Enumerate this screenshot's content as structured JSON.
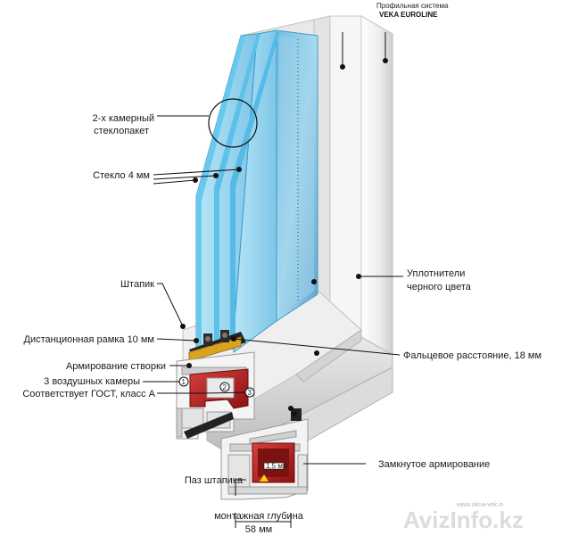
{
  "header": {
    "system_caption": "Профильная система",
    "system_name": "VEKA EUROLINE"
  },
  "labels": {
    "glass_unit_line1": "2-х камерный",
    "glass_unit_line2": "стеклопакет",
    "glass_thickness": "Стекло 4 мм",
    "glazing_bead": "Штапик",
    "spacer_frame": "Дистанционная рамка 10 мм",
    "sash_reinforcement": "Армирование створки",
    "air_chambers": "3 воздушных камеры",
    "gost": "Соответствует ГОСТ, класс А",
    "seals_line1": "Уплотнители",
    "seals_line2": "черного цвета",
    "rebate_distance": "Фальцевое расстояние, 18 мм",
    "closed_reinforcement": "Замкнутое армирование",
    "bead_groove": "Паз штапика",
    "depth_line1": "монтажная глубина",
    "depth_line2": "58 мм",
    "steel_thickness": "1.5 мм",
    "chamber_1": "1",
    "chamber_2": "2",
    "chamber_3": "3"
  },
  "watermark": {
    "site": "AvizInfo.kz",
    "small": "www.okna-vek.in"
  },
  "colors": {
    "glass": "#9fd3ec",
    "glass_dark": "#5ba8cf",
    "pvc": "#f1f1f1",
    "pvc_shade": "#c9c9c9",
    "reinforcement": "#b81d1d",
    "spacer": "#d9a320",
    "seal": "#222222"
  }
}
